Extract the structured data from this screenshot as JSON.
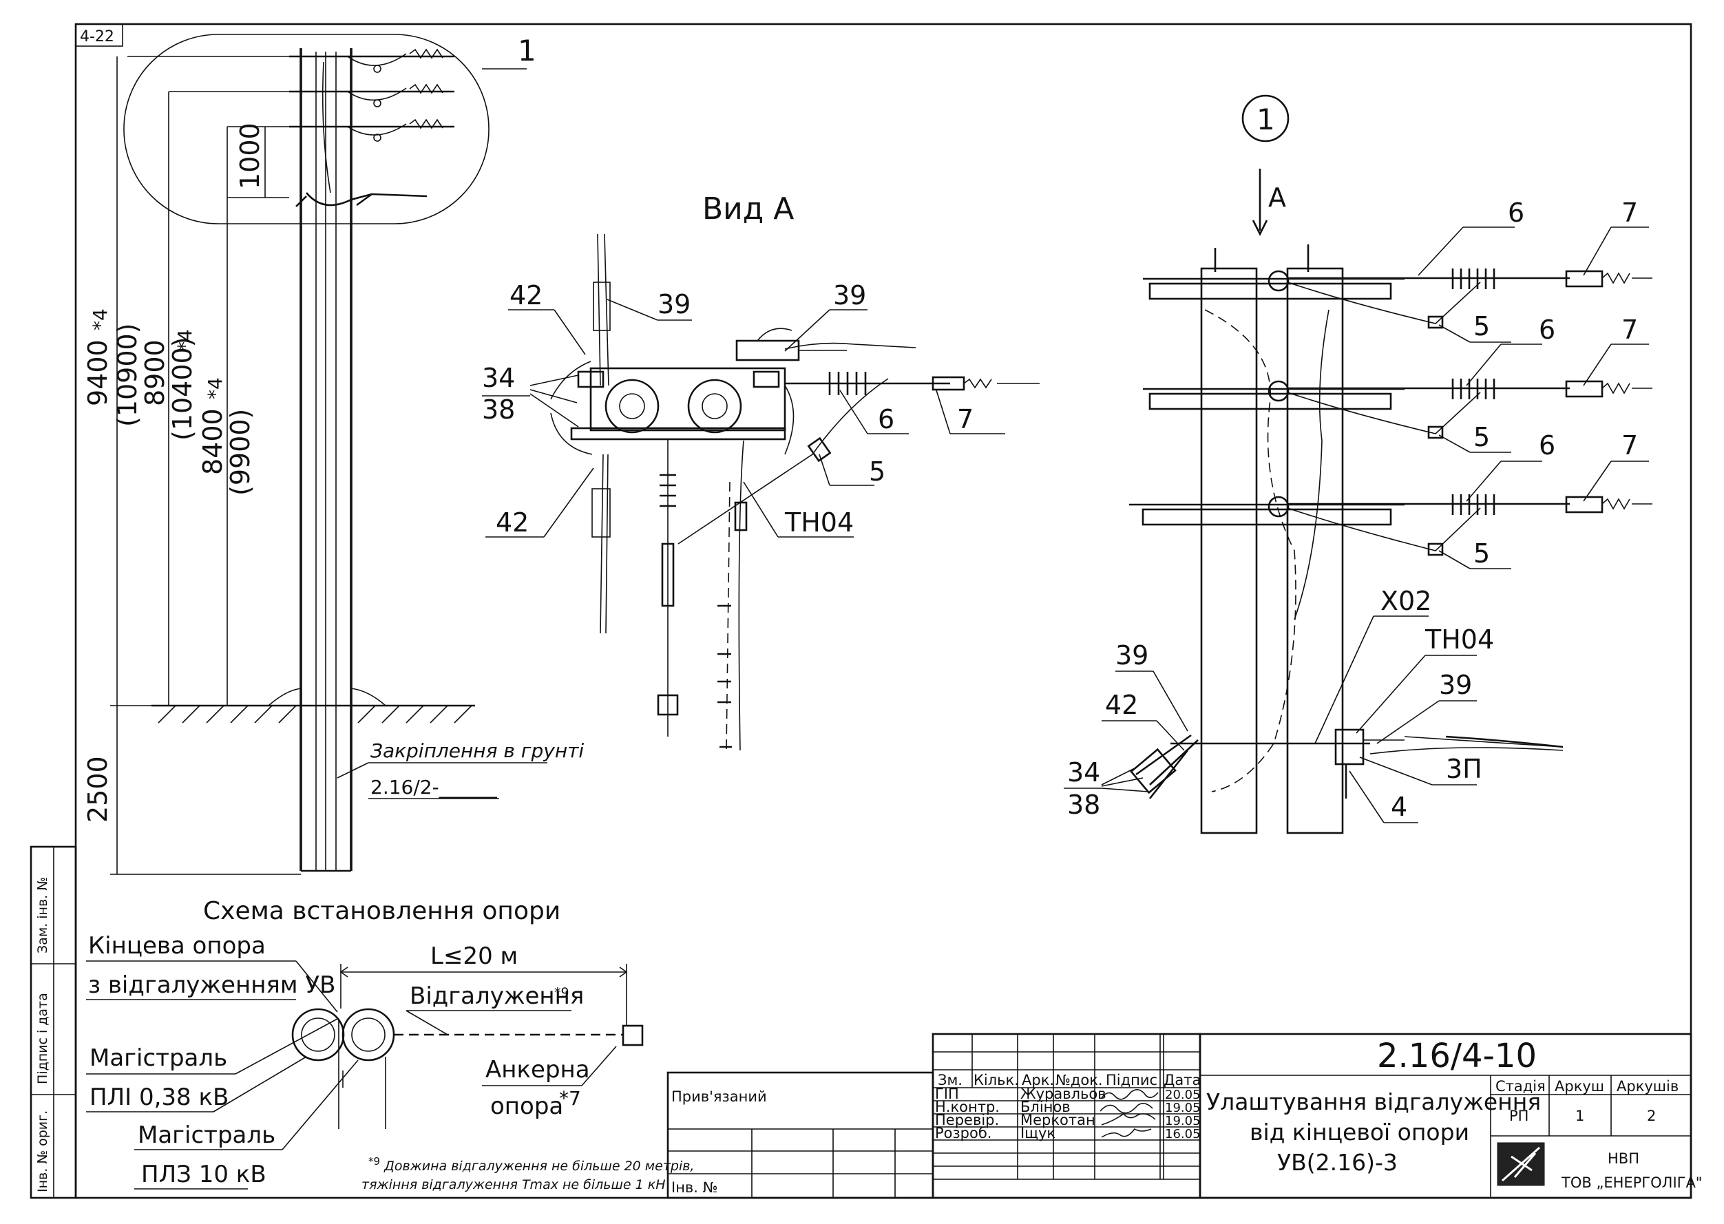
{
  "sheet": {
    "corner_code": "4-22"
  },
  "side_stamp": {
    "zam_inv": "Зам. інв. №",
    "pidpys_data": "Підпис і дата",
    "inv_oryg": "Інв. № ориг."
  },
  "pole": {
    "callout": "1",
    "dim_9400": "9400",
    "dim_10900": "(10900)",
    "dim_8900": "8900",
    "dim_10400": "(10400)",
    "dim_8400": "8400",
    "dim_9900": "(9900)",
    "star4": "*4",
    "dim_1000": "1000",
    "dim_2500": "2500",
    "ground_note": "Закріплення в грунті",
    "ground_code": "2.16/2-______"
  },
  "view_a": {
    "title": "Вид А",
    "labels": {
      "l42_top": "42",
      "l39_top": "39",
      "l39_right": "39",
      "l34": "34",
      "l38": "38",
      "l6": "6",
      "l7": "7",
      "l5": "5",
      "l42_bottom": "42",
      "lTH04": "ТН04"
    }
  },
  "detail1": {
    "callout": "1",
    "arrow_label": "А",
    "labels": {
      "r1_6": "6",
      "r1_7": "7",
      "r1_5": "5",
      "r2_6": "6",
      "r2_7": "7",
      "r2_5": "5",
      "r3_6": "6",
      "r3_7": "7",
      "r3_5": "5",
      "x02": "Х02",
      "th04": "ТН04",
      "l39a": "39",
      "l39b": "39",
      "l42": "42",
      "l34": "34",
      "l38": "38",
      "l3p": "3П",
      "l4": "4"
    }
  },
  "scheme": {
    "title": "Схема встановлення опори",
    "end_pole_1": "Кінцева опора",
    "end_pole_2": "з відгалуженням УВ",
    "length": "L≤20 м",
    "branch": "Відгалуження",
    "branch_note_mark": "*9",
    "main1_1": "Магістраль",
    "main1_2": "ПЛІ 0,38 кВ",
    "anchor_1": "Анкерна",
    "anchor_2": "опора",
    "anchor_mark": "*7",
    "main2_1": "Магістраль",
    "main2_2": "ПЛЗ 10 кВ",
    "footnote_mark": "*9",
    "footnote_1": "Довжина відгалуження не більше 20 метрів,",
    "footnote_2": "тяжіння відгалуження Tmax не більше 1 кН"
  },
  "title_block": {
    "prywyazanyj": "Прив'язаний",
    "inv_no": "Інв. №",
    "headers": [
      "Зм.",
      "Кільк.",
      "Арк.",
      "№док.",
      "Підпис",
      "Дата"
    ],
    "rows": [
      {
        "role": "ГІП",
        "name": "Журавльов",
        "date": "20.05"
      },
      {
        "role": "Н.контр.",
        "name": "Блінов",
        "date": "19.05"
      },
      {
        "role": "Перевір.",
        "name": "Меркотан",
        "date": "19.05"
      },
      {
        "role": "Розроб.",
        "name": "Іщук",
        "date": "16.05"
      }
    ],
    "doc_code": "2.16/4-10",
    "title_1": "Улаштування відгалуження",
    "title_2": "від кінцевої опори",
    "title_3": "УВ(2.16)-3",
    "stage_h": "Стадія",
    "sheet_h": "Аркуш",
    "sheets_h": "Аркушів",
    "stage": "РП",
    "sheet": "1",
    "sheets": "2",
    "org_1": "НВП",
    "org_2": "ТОВ „ЕНЕРГОЛІГА\""
  }
}
